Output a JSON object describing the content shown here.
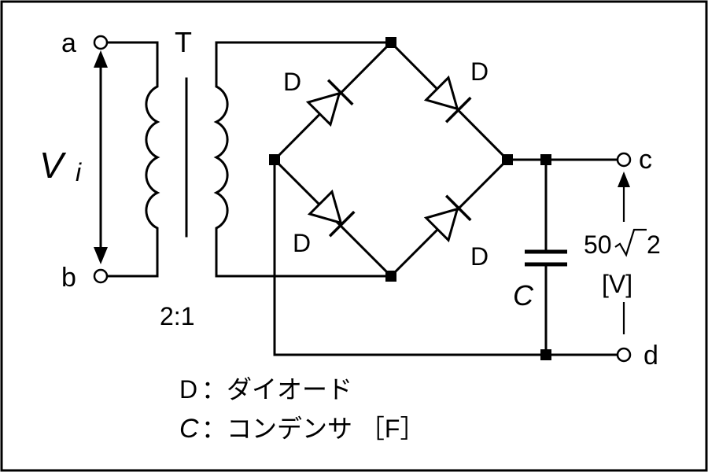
{
  "terminals": {
    "a": "a",
    "b": "b",
    "c": "c",
    "d": "d"
  },
  "transformer": {
    "label": "T",
    "ratio": "2:1"
  },
  "input_voltage": {
    "symbol": "V",
    "subscript": "i"
  },
  "diodes": {
    "label": "D"
  },
  "capacitor": {
    "label": "C"
  },
  "output_voltage": {
    "value_prefix": "50",
    "value_root": "2",
    "unit": "[V]"
  },
  "legend": {
    "diode_symbol": "D",
    "diode_desc": "：ダイオード",
    "capacitor_symbol": "C",
    "capacitor_desc": "：コンデンサ ［F］"
  }
}
